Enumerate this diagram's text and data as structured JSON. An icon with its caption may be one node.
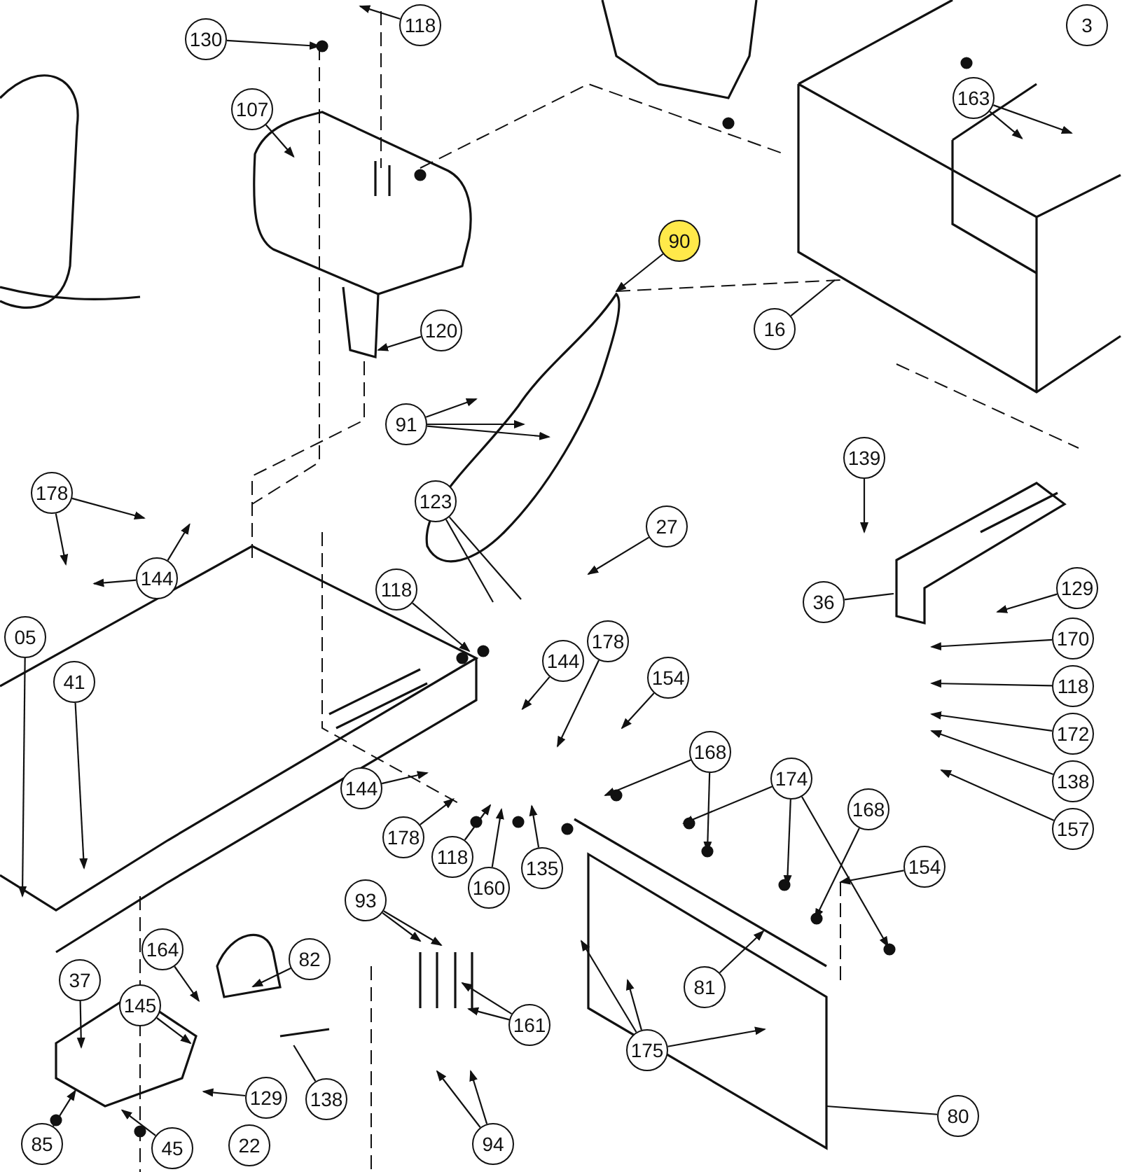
{
  "diagram": {
    "nodes": [
      {
        "text": [
          "130"
        ]
      },
      {
        "text": [
          "118"
        ]
      },
      {
        "text": [
          "3"
        ]
      },
      {
        "text": [
          "107"
        ]
      },
      {
        "text": [
          "163"
        ]
      },
      {
        "text": [
          "90"
        ]
      },
      {
        "text": [
          "16"
        ]
      },
      {
        "text": [
          "120"
        ]
      },
      {
        "text": [
          "91"
        ]
      },
      {
        "text": [
          "123"
        ]
      },
      {
        "text": [
          "27"
        ]
      },
      {
        "text": [
          "139"
        ]
      },
      {
        "text": [
          "178"
        ]
      },
      {
        "text": [
          "144"
        ]
      },
      {
        "text": [
          "05"
        ]
      },
      {
        "text": [
          "118"
        ]
      },
      {
        "text": [
          "36"
        ]
      },
      {
        "text": [
          "129"
        ]
      },
      {
        "text": [
          "41"
        ]
      },
      {
        "text": [
          "144"
        ]
      },
      {
        "text": [
          "178"
        ]
      },
      {
        "text": [
          "154"
        ]
      },
      {
        "text": [
          "170"
        ]
      },
      {
        "text": [
          "118"
        ]
      },
      {
        "text": [
          "172"
        ]
      },
      {
        "text": [
          "138"
        ]
      },
      {
        "text": [
          "157"
        ]
      },
      {
        "text": [
          "144"
        ]
      },
      {
        "text": [
          "168"
        ]
      },
      {
        "text": [
          "174"
        ]
      },
      {
        "text": [
          "178"
        ]
      },
      {
        "text": [
          "118"
        ]
      },
      {
        "text": [
          "160"
        ]
      },
      {
        "text": [
          "135"
        ]
      },
      {
        "text": [
          "168"
        ]
      },
      {
        "text": [
          "154"
        ]
      },
      {
        "text": [
          "93"
        ]
      },
      {
        "text": [
          "81"
        ]
      },
      {
        "text": [
          "37"
        ]
      },
      {
        "text": [
          "164"
        ]
      },
      {
        "text": [
          "82"
        ]
      },
      {
        "text": [
          "145"
        ]
      },
      {
        "text": [
          "161"
        ]
      },
      {
        "text": [
          "175"
        ]
      },
      {
        "text": [
          "138"
        ]
      },
      {
        "text": [
          "129"
        ]
      },
      {
        "text": [
          "22"
        ]
      },
      {
        "text": [
          "45"
        ]
      },
      {
        "text": [
          "94"
        ]
      },
      {
        "text": [
          "80"
        ]
      },
      {
        "text": [
          "85"
        ]
      }
    ],
    "edges": [
      {
        "from": 0,
        "to": null,
        "arrow": "to"
      },
      {
        "from": 1,
        "to": null,
        "arrow": "to"
      },
      {
        "from": 3,
        "to": null,
        "arrow": "to"
      },
      {
        "from": 4,
        "to": null,
        "arrow": "to"
      },
      {
        "from": 4,
        "to": null,
        "arrow": "to"
      },
      {
        "from": 5,
        "to": null,
        "arrow": "to"
      },
      {
        "from": 6,
        "to": null,
        "arrow": "none"
      },
      {
        "from": 7,
        "to": null,
        "arrow": "to"
      },
      {
        "from": 8,
        "to": null,
        "arrow": "to"
      },
      {
        "from": 8,
        "to": null,
        "arrow": "to"
      },
      {
        "from": 8,
        "to": null,
        "arrow": "to"
      },
      {
        "from": 9,
        "to": null,
        "arrow": "none"
      },
      {
        "from": 9,
        "to": null,
        "arrow": "none"
      },
      {
        "from": 10,
        "to": null,
        "arrow": "to"
      },
      {
        "from": 11,
        "to": null,
        "arrow": "to"
      },
      {
        "from": 12,
        "to": null,
        "arrow": "to"
      },
      {
        "from": 12,
        "to": null,
        "arrow": "to"
      },
      {
        "from": 13,
        "to": null,
        "arrow": "to"
      },
      {
        "from": 13,
        "to": null,
        "arrow": "to"
      },
      {
        "from": 14,
        "to": null,
        "arrow": "to"
      },
      {
        "from": 15,
        "to": null,
        "arrow": "to"
      },
      {
        "from": 16,
        "to": null,
        "arrow": "none"
      },
      {
        "from": 17,
        "to": null,
        "arrow": "to"
      },
      {
        "from": 18,
        "to": null,
        "arrow": "to"
      },
      {
        "from": 19,
        "to": null,
        "arrow": "to"
      },
      {
        "from": 20,
        "to": null,
        "arrow": "to"
      },
      {
        "from": 21,
        "to": null,
        "arrow": "to"
      },
      {
        "from": 22,
        "to": null,
        "arrow": "to"
      },
      {
        "from": 23,
        "to": null,
        "arrow": "to"
      },
      {
        "from": 24,
        "to": null,
        "arrow": "to"
      },
      {
        "from": 25,
        "to": null,
        "arrow": "to"
      },
      {
        "from": 26,
        "to": null,
        "arrow": "to"
      },
      {
        "from": 27,
        "to": null,
        "arrow": "to"
      },
      {
        "from": 28,
        "to": null,
        "arrow": "to"
      },
      {
        "from": 28,
        "to": null,
        "arrow": "to"
      },
      {
        "from": 29,
        "to": null,
        "arrow": "to"
      },
      {
        "from": 29,
        "to": null,
        "arrow": "to"
      },
      {
        "from": 29,
        "to": null,
        "arrow": "to"
      },
      {
        "from": 30,
        "to": null,
        "arrow": "to"
      },
      {
        "from": 31,
        "to": null,
        "arrow": "to"
      },
      {
        "from": 32,
        "to": null,
        "arrow": "to"
      },
      {
        "from": 33,
        "to": null,
        "arrow": "to"
      },
      {
        "from": 34,
        "to": null,
        "arrow": "to"
      },
      {
        "from": 35,
        "to": null,
        "arrow": "to"
      },
      {
        "from": 36,
        "to": null,
        "arrow": "to"
      },
      {
        "from": 36,
        "to": null,
        "arrow": "to"
      },
      {
        "from": 37,
        "to": null,
        "arrow": "to"
      },
      {
        "from": 38,
        "to": null,
        "arrow": "to"
      },
      {
        "from": 39,
        "to": null,
        "arrow": "to"
      },
      {
        "from": 40,
        "to": null,
        "arrow": "to"
      },
      {
        "from": 41,
        "to": null,
        "arrow": "to"
      },
      {
        "from": 42,
        "to": null,
        "arrow": "to"
      },
      {
        "from": 42,
        "to": null,
        "arrow": "to"
      },
      {
        "from": 43,
        "to": null,
        "arrow": "to"
      },
      {
        "from": 43,
        "to": null,
        "arrow": "to"
      },
      {
        "from": 43,
        "to": null,
        "arrow": "to"
      },
      {
        "from": 44,
        "to": null,
        "arrow": "none"
      },
      {
        "from": 45,
        "to": null,
        "arrow": "to"
      },
      {
        "from": 47,
        "to": null,
        "arrow": "to"
      },
      {
        "from": 48,
        "to": null,
        "arrow": "to"
      },
      {
        "from": 48,
        "to": null,
        "arrow": "to"
      },
      {
        "from": 49,
        "to": null,
        "arrow": "none"
      },
      {
        "from": 50,
        "to": null,
        "arrow": "to"
      }
    ]
  }
}
